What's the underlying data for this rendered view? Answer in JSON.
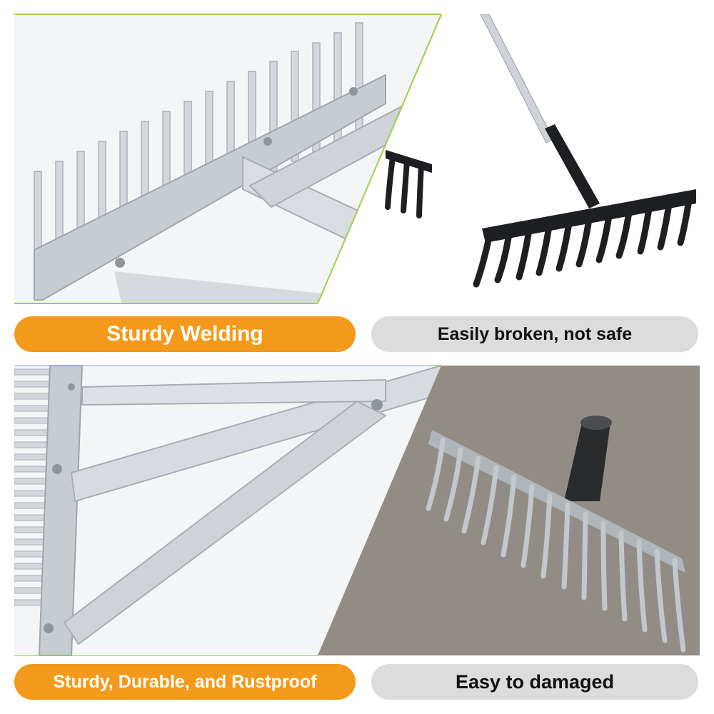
{
  "panels": {
    "top_left": {
      "label": "Sturdy Welding"
    },
    "top_right": {
      "label": "Easily broken, not safe"
    },
    "bottom_left": {
      "label": "Sturdy, Durable, and Rustproof"
    },
    "bottom_right": {
      "label": "Easy to damaged"
    }
  },
  "colors": {
    "good_label_bg": "#f39a1c",
    "bad_label_bg": "#dcdcdc",
    "frame_line": "#9ed04a",
    "aluminum": "#cfd3d8",
    "black_rake": "#1d1f22",
    "soil": "#8a8580"
  }
}
